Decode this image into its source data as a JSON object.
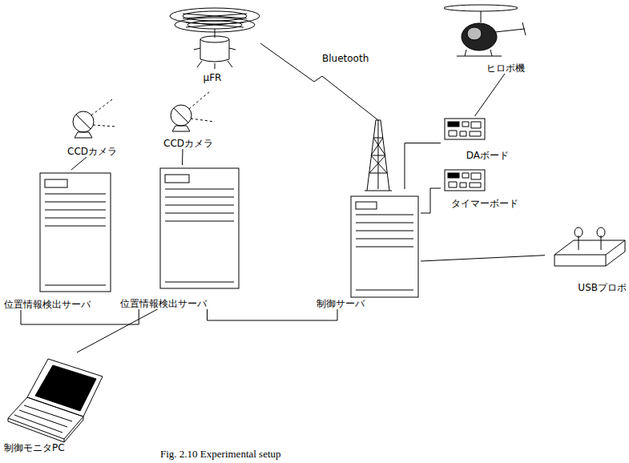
{
  "diagram": {
    "caption": "Fig. 2.10 Experimental setup",
    "nodes": [
      {
        "text": [
          "μFR"
        ]
      },
      {
        "text": [
          "CCDカメラ"
        ]
      },
      {
        "text": [
          "CCDカメラ"
        ]
      },
      {
        "text": [
          "位置情報検出サーバ"
        ]
      },
      {
        "text": [
          "位置情報検出サーバ"
        ]
      },
      {
        "text": [
          "制御サーバ"
        ]
      },
      {
        "text": [
          "ヒロボ機"
        ]
      },
      {
        "text": [
          "DAボード"
        ]
      },
      {
        "text": [
          "タイマーボード"
        ]
      },
      {
        "text": [
          "USBプロポ"
        ]
      },
      {
        "text": [
          "制御モニタPC"
        ]
      }
    ],
    "edges": [
      {
        "from": 1,
        "to": 3,
        "arrow": "none"
      },
      {
        "from": 2,
        "to": 4,
        "arrow": "none"
      },
      {
        "from": 3,
        "to": 4,
        "arrow": "none"
      },
      {
        "from": 4,
        "to": 5,
        "arrow": "none"
      },
      {
        "from": 4,
        "to": 10,
        "arrow": "none"
      },
      {
        "from": 0,
        "to": 5,
        "label": "Bluetooth",
        "arrow": "none"
      },
      {
        "from": 6,
        "to": 7,
        "arrow": "none"
      },
      {
        "from": 7,
        "to": 5,
        "arrow": "none"
      },
      {
        "from": 8,
        "to": 5,
        "arrow": "none"
      },
      {
        "from": 9,
        "to": 5,
        "arrow": "none"
      }
    ]
  }
}
